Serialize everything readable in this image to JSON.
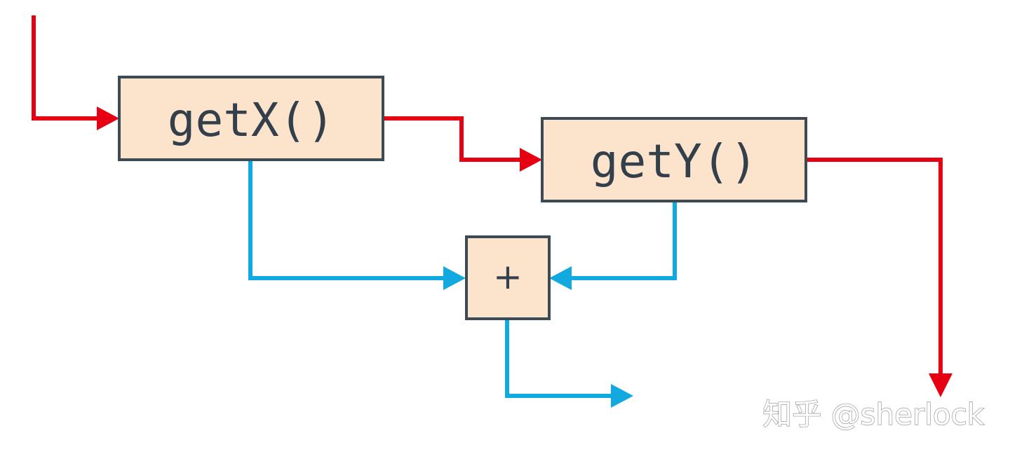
{
  "nodes": {
    "getx": {
      "label": "getX()"
    },
    "gety": {
      "label": "getY()"
    },
    "plus": {
      "label": "+"
    }
  },
  "watermark": {
    "text": "知乎 @sherlock"
  },
  "colors": {
    "control_flow": "#e60012",
    "data_flow": "#12a8e0",
    "box_fill": "#fce4cc",
    "box_stroke": "#3c4a56",
    "text": "#33404c"
  }
}
